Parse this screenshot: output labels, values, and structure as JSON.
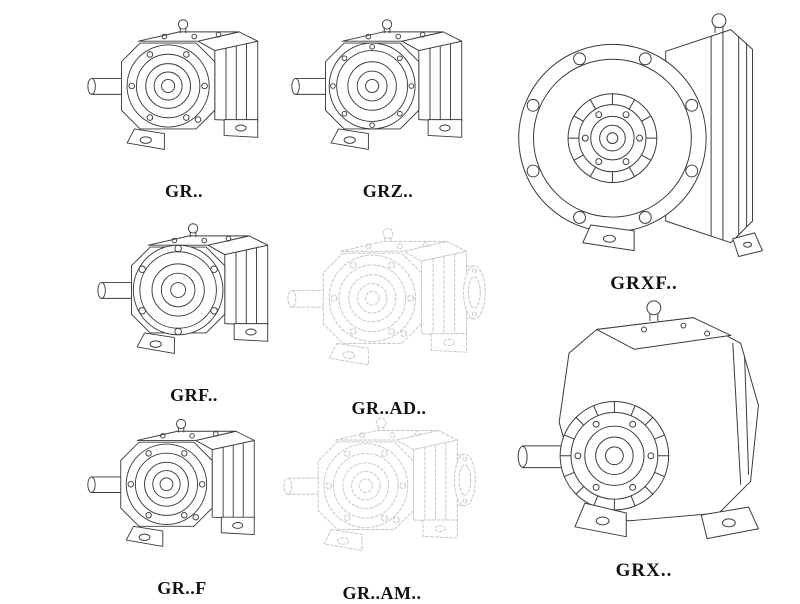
{
  "colors": {
    "background": "#ffffff",
    "line": "#3a3a3a",
    "phantom_line": "#c6c6c6",
    "label": "#111111"
  },
  "items": [
    {
      "id": "gr",
      "label": "GR..",
      "render": "solid"
    },
    {
      "id": "grz",
      "label": "GRZ..",
      "render": "solid"
    },
    {
      "id": "grxf",
      "label": "GRXF..",
      "render": "solid"
    },
    {
      "id": "grf",
      "label": "GRF..",
      "render": "solid"
    },
    {
      "id": "gr-ad",
      "label": "GR..AD..",
      "render": "phantom"
    },
    {
      "id": "gr-f",
      "label": "GR..F",
      "render": "solid"
    },
    {
      "id": "gr-am",
      "label": "GR..AM..",
      "render": "phantom"
    },
    {
      "id": "grx",
      "label": "GRX..",
      "render": "solid"
    }
  ]
}
